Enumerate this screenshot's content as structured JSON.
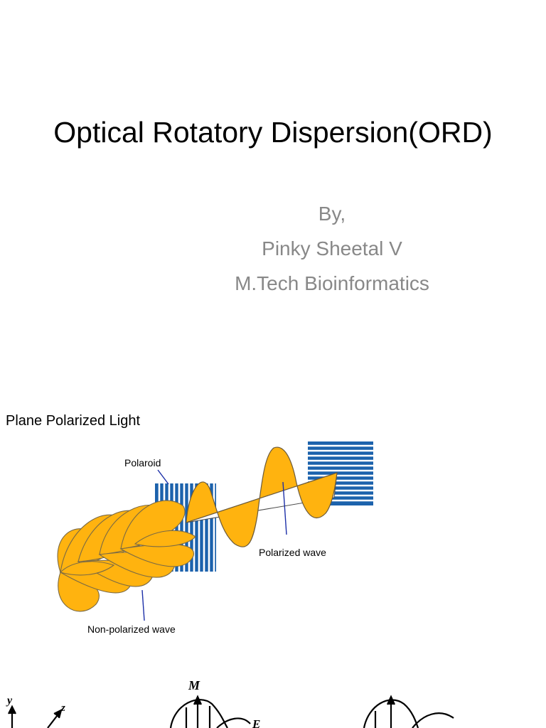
{
  "slide": {
    "title": "Optical Rotatory Dispersion(ORD)",
    "byline": [
      "By,",
      "Pinky Sheetal V",
      "M.Tech Bioinformatics"
    ],
    "section_label": "Plane Polarized Light"
  },
  "figure": {
    "polaroid_label": "Polaroid",
    "polarized_label": "Polarized wave",
    "nonpolarized_label": "Non-polarized wave",
    "wave_color": "#FFB30F",
    "filter_color": "#1C62AC"
  },
  "bottom_figure": {
    "axis_y": "y",
    "axis_z": "z",
    "label_m": "M",
    "label_e": "E"
  }
}
